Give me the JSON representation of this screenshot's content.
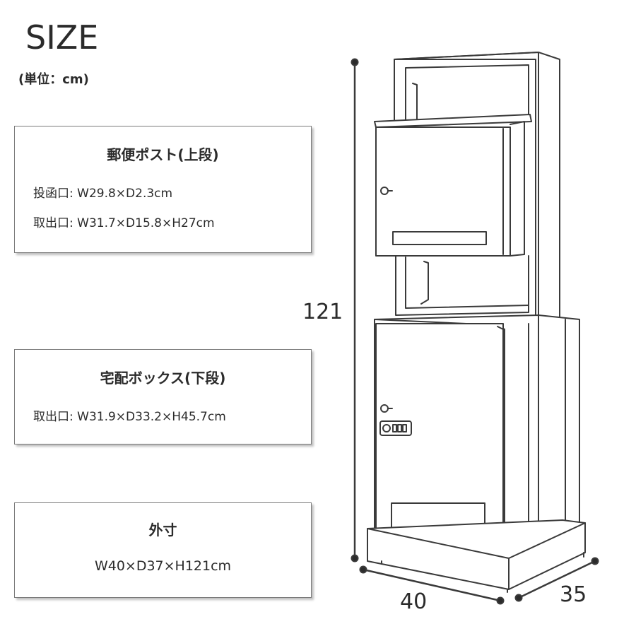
{
  "header": {
    "title": "SIZE",
    "unit": "(単位：cm)"
  },
  "panels": {
    "upper": {
      "title": "郵便ポスト(上段)",
      "rows": [
        {
          "label": "投函口",
          "sep": ":",
          "value": "W29.8×D2.3cm"
        },
        {
          "label": "取出口",
          "sep": ":",
          "value": "W31.7×D15.8×H27cm"
        }
      ]
    },
    "lower": {
      "title": "宅配ボックス(下段)",
      "rows": [
        {
          "label": "取出口",
          "sep": ":",
          "value": "W31.9×D33.2×H45.7cm"
        }
      ]
    },
    "outer": {
      "title": "外寸",
      "value": "W40×D37×H121cm"
    }
  },
  "dimensions": {
    "height": "121",
    "width": "40",
    "depth": "35"
  },
  "colors": {
    "line": "#3a3a3a",
    "text": "#2b2b2b",
    "border": "#7a7a7a"
  }
}
